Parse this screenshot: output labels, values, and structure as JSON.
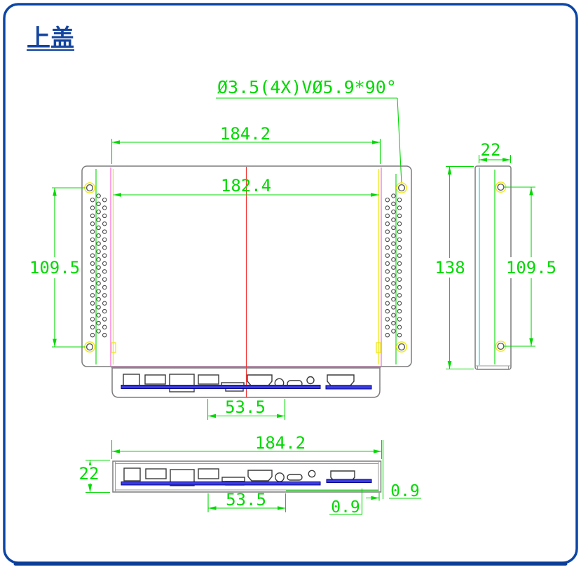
{
  "title": {
    "text": "上盖"
  },
  "callout": {
    "text": "Ø3.5(4X)VØ5.9*90°"
  },
  "views": {
    "front": {
      "dim_overall_width": "184.2",
      "dim_inner_width": "182.4",
      "dim_hole_spacing": "109.5",
      "dim_port_group_width": "53.5"
    },
    "side": {
      "dim_depth": "22",
      "dim_height": "138",
      "dim_hole_spacing": "109.5"
    },
    "bottom": {
      "dim_overall_width": "184.2",
      "dim_depth": "22",
      "dim_port_group_width": "53.5",
      "dim_pcb_gap": "0.9",
      "dim_wall_thickness": "0.9"
    }
  },
  "vents": {
    "fields": 2,
    "columns_per_field": 3,
    "holes_per_column": 18
  },
  "screw_holes": {
    "front_count": 4,
    "side_count": 2
  },
  "colors": {
    "dimension_green": "#00d900",
    "centerline_red": "#f23030",
    "panel_magenta": "#ff70dc",
    "highlight_yellow": "#efe912",
    "face_cyan": "#2adfe0",
    "pcb_blue": "#3b3bdd",
    "frame_blue": "#0b45a6",
    "outline_gray": "#7b7b7b"
  }
}
